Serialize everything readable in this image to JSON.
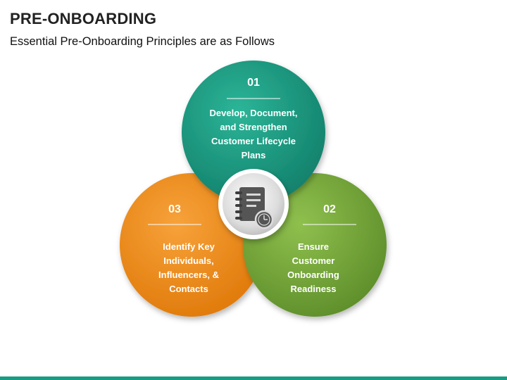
{
  "header": {
    "title": "PRE-ONBOARDING",
    "subtitle": "Essential Pre-Onboarding Principles are as Follows"
  },
  "circles": [
    {
      "number": "01",
      "lines": [
        "Develop, Document,",
        "and Strengthen",
        "Customer Lifecycle",
        "Plans"
      ],
      "color": "#1a9b83"
    },
    {
      "number": "02",
      "lines": [
        "Ensure",
        "Customer",
        "Onboarding",
        "Readiness"
      ],
      "color": "#7aab3c"
    },
    {
      "number": "03",
      "lines": [
        "Identify Key",
        "Individuals,",
        "Influencers, &",
        "Contacts"
      ],
      "color": "#f08c17"
    }
  ],
  "center": {
    "icon": "notebook-clock-icon"
  },
  "colors": {
    "accent_bar": "#1a9b83"
  }
}
